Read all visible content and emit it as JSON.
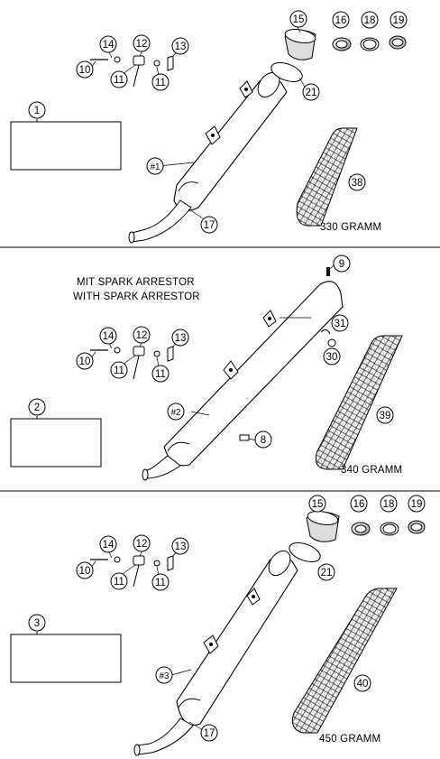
{
  "sections": [
    {
      "kit": "1",
      "grid": [
        "#1",
        "11",
        "12",
        "15",
        "16",
        "17",
        "18",
        "19",
        "21",
        "38"
      ],
      "main_label": "#1",
      "weight": "330 GRAMM",
      "callouts": [
        "14",
        "12",
        "13",
        "10",
        "11",
        "11",
        "15",
        "16",
        "18",
        "19",
        "21",
        "38",
        "17"
      ]
    },
    {
      "kit": "2",
      "grid": [
        "#2",
        "8",
        "9",
        "11",
        "12",
        "30",
        "31",
        "39"
      ],
      "main_label": "#2",
      "weight": "340 GRAMM",
      "note_de": "MIT SPARK ARRESTOR",
      "note_en": "WITH SPARK ARRESTOR",
      "callouts": [
        "14",
        "12",
        "13",
        "10",
        "11",
        "11",
        "9",
        "31",
        "30",
        "39",
        "8"
      ]
    },
    {
      "kit": "3",
      "grid": [
        "#3",
        "11",
        "12",
        "15",
        "16",
        "17",
        "18",
        "19",
        "21",
        "40"
      ],
      "main_label": "#3",
      "weight": "450 GRAMM",
      "callouts": [
        "14",
        "12",
        "13",
        "10",
        "11",
        "11",
        "15",
        "16",
        "18",
        "19",
        "21",
        "40",
        "17"
      ]
    }
  ]
}
